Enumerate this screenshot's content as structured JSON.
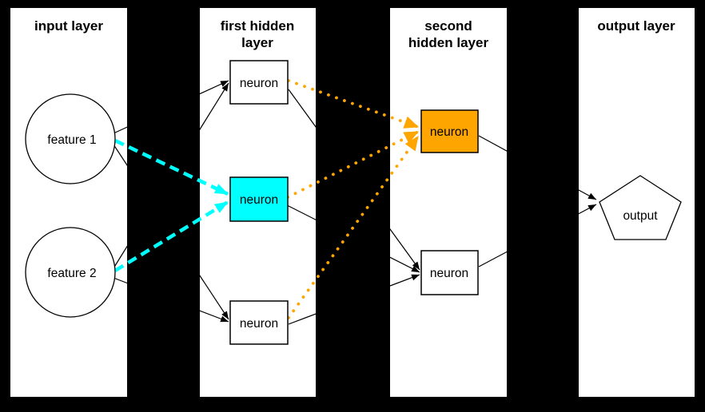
{
  "diagram_type": "feedforward-neural-network",
  "colors": {
    "background": "#000000",
    "panel": "#ffffff",
    "edge": "#000000",
    "text": "#000000",
    "node_fill": "#ffffff",
    "cyan": "#00ffff",
    "orange": "#ffa500"
  },
  "panels": [
    {
      "title": "input layer",
      "title_lines": [
        "input layer"
      ]
    },
    {
      "title": "first hidden layer",
      "title_lines": [
        "first hidden",
        "layer"
      ]
    },
    {
      "title": "second hidden layer",
      "title_lines": [
        "second",
        "hidden layer"
      ]
    },
    {
      "title": "output layer",
      "title_lines": [
        "output layer"
      ]
    }
  ],
  "nodes": {
    "feature1": {
      "label": "feature 1",
      "shape": "circle",
      "fill": "#ffffff"
    },
    "feature2": {
      "label": "feature 2",
      "shape": "circle",
      "fill": "#ffffff"
    },
    "h1_top": {
      "label": "neuron",
      "shape": "rect",
      "fill": "#ffffff"
    },
    "h1_mid": {
      "label": "neuron",
      "shape": "rect",
      "fill": "#00ffff"
    },
    "h1_bottom": {
      "label": "neuron",
      "shape": "rect",
      "fill": "#ffffff"
    },
    "h2_top": {
      "label": "neuron",
      "shape": "rect",
      "fill": "#ffa500"
    },
    "h2_bottom": {
      "label": "neuron",
      "shape": "rect",
      "fill": "#ffffff"
    },
    "output": {
      "label": "output",
      "shape": "pentagon",
      "fill": "#ffffff"
    }
  },
  "edges": [
    {
      "from": "feature 1",
      "to": "first hidden neuron (top)",
      "style": "solid",
      "color": "#000000"
    },
    {
      "from": "feature 1",
      "to": "first hidden neuron (middle)",
      "style": "dashed",
      "color": "#00ffff"
    },
    {
      "from": "feature 1",
      "to": "first hidden neuron (bottom)",
      "style": "solid",
      "color": "#000000"
    },
    {
      "from": "feature 2",
      "to": "first hidden neuron (top)",
      "style": "solid",
      "color": "#000000"
    },
    {
      "from": "feature 2",
      "to": "first hidden neuron (middle)",
      "style": "dashed",
      "color": "#00ffff"
    },
    {
      "from": "feature 2",
      "to": "first hidden neuron (bottom)",
      "style": "solid",
      "color": "#000000"
    },
    {
      "from": "first hidden neuron (top)",
      "to": "second hidden neuron (top)",
      "style": "dotted",
      "color": "#ffa500"
    },
    {
      "from": "first hidden neuron (top)",
      "to": "second hidden neuron (bottom)",
      "style": "solid",
      "color": "#000000"
    },
    {
      "from": "first hidden neuron (middle)",
      "to": "second hidden neuron (top)",
      "style": "dotted",
      "color": "#ffa500"
    },
    {
      "from": "first hidden neuron (middle)",
      "to": "second hidden neuron (bottom)",
      "style": "solid",
      "color": "#000000"
    },
    {
      "from": "first hidden neuron (bottom)",
      "to": "second hidden neuron (top)",
      "style": "dotted",
      "color": "#ffa500"
    },
    {
      "from": "first hidden neuron (bottom)",
      "to": "second hidden neuron (bottom)",
      "style": "solid",
      "color": "#000000"
    },
    {
      "from": "second hidden neuron (top)",
      "to": "output",
      "style": "solid",
      "color": "#000000"
    },
    {
      "from": "second hidden neuron (bottom)",
      "to": "output",
      "style": "solid",
      "color": "#000000"
    }
  ]
}
